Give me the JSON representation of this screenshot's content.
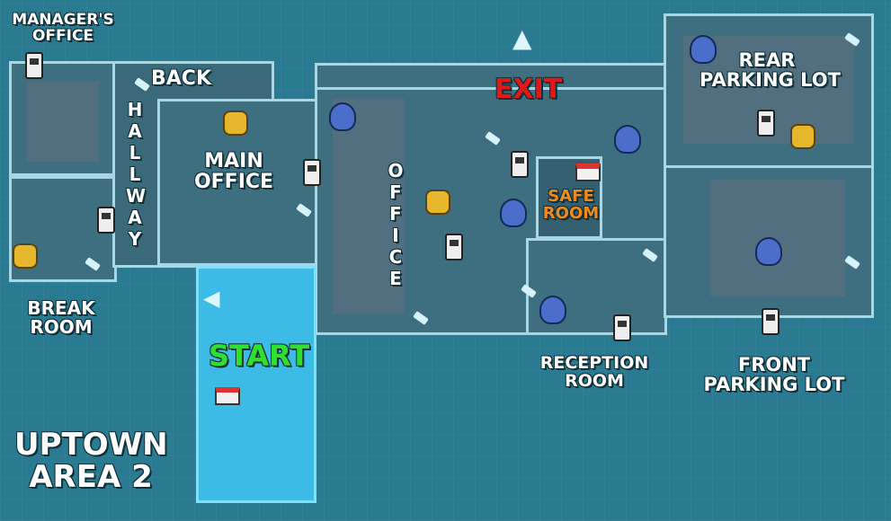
{
  "map_title": "UPTOWN\nAREA 2",
  "rooms": {
    "managers_office": "MANAGER'S\nOFFICE",
    "back_hallway_top": "BACK",
    "back_hallway_vertical": "HALLWAY",
    "main_office": "MAIN\nOFFICE",
    "break_room": "BREAK\nROOM",
    "start": "START",
    "office_vertical": "OFFICE",
    "exit": "EXIT",
    "safe_room": "SAFE\nROOM",
    "rear_parking_lot": "REAR\nPARKING LOT",
    "reception_room": "RECEPTION\nROOM",
    "front_parking_lot": "FRONT\nPARKING LOT"
  },
  "colors": {
    "start": "#3bbbe6",
    "start_label": "#2fe02f",
    "exit_label": "#e01818",
    "safe_room_label": "#f08a1c"
  },
  "icons": {
    "arrow_up": "▲",
    "arrow_left": "◀"
  }
}
